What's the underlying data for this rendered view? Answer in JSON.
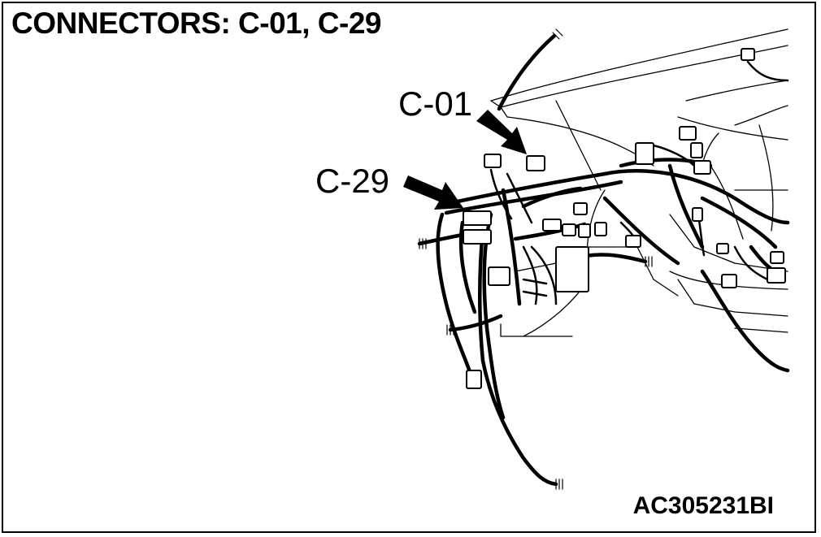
{
  "title": "CONNECTORS: C-01, C-29",
  "callouts": [
    {
      "id": "c01",
      "label": "C-01"
    },
    {
      "id": "c29",
      "label": "C-29"
    }
  ],
  "figure_id": "AC305231BI"
}
